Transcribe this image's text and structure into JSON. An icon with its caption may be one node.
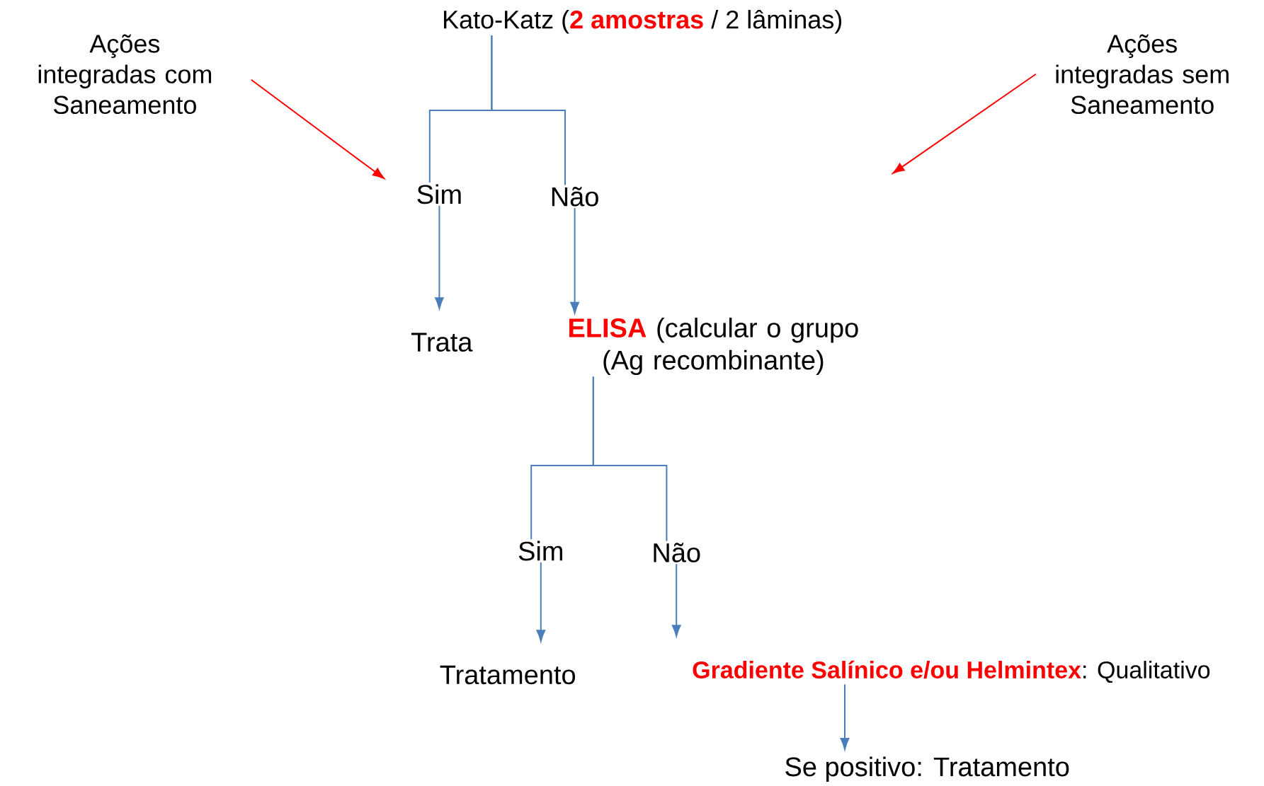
{
  "diagram": {
    "nodes": [
      {
        "text": [
          "Kato-Katz (**2 amostras** / 2 lâminas)"
        ]
      },
      {
        "text": [
          "Ações integradas com Saneamento"
        ]
      },
      {
        "text": [
          "Ações integradas sem Saneamento"
        ]
      },
      {
        "text": [
          "Sim"
        ]
      },
      {
        "text": [
          "Não"
        ]
      },
      {
        "text": [
          "Trata"
        ]
      },
      {
        "text": [
          "**ELISA** (calcular o grupo (Ag recombinante)"
        ]
      },
      {
        "text": [
          "Sim"
        ]
      },
      {
        "text": [
          "Não"
        ]
      },
      {
        "text": [
          "Tratamento"
        ]
      },
      {
        "text": [
          "**Gradiente Salínico e/ou Helmintex**: Qualitativo"
        ]
      },
      {
        "text": [
          "Se positivo: Tratamento"
        ]
      }
    ],
    "edges": [
      {
        "from": 0,
        "to": 3,
        "arrow": "none"
      },
      {
        "from": 0,
        "to": 4,
        "arrow": "none"
      },
      {
        "from": 1,
        "to": 3,
        "arrow": "to",
        "color": "#ff0000"
      },
      {
        "from": 2,
        "to": null,
        "arrow": "to",
        "color": "#ff0000"
      },
      {
        "from": 3,
        "to": 5,
        "arrow": "to"
      },
      {
        "from": 4,
        "to": 6,
        "arrow": "to"
      },
      {
        "from": 6,
        "to": 7,
        "arrow": "none"
      },
      {
        "from": 6,
        "to": 8,
        "arrow": "none"
      },
      {
        "from": 7,
        "to": 9,
        "arrow": "to"
      },
      {
        "from": 8,
        "to": 10,
        "arrow": "to"
      },
      {
        "from": 10,
        "to": 11,
        "arrow": "to"
      }
    ]
  }
}
